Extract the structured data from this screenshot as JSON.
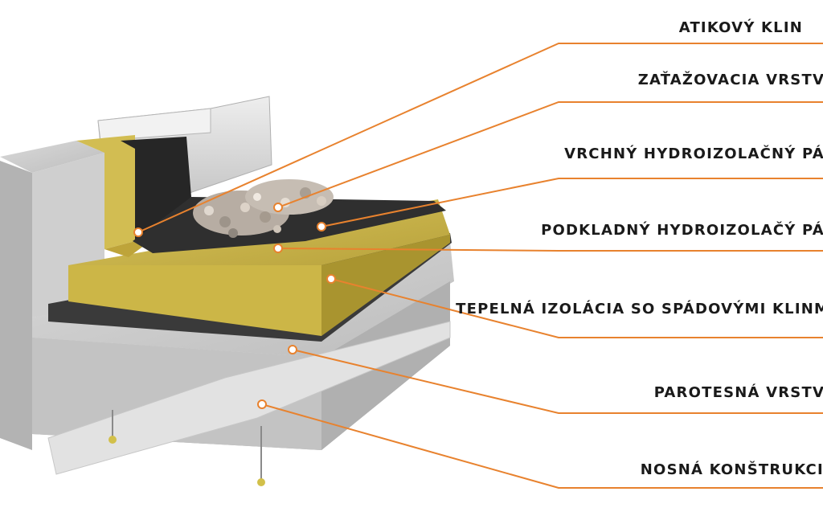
{
  "colors": {
    "leader": "#e8822e",
    "label": "#1a1a1a",
    "concrete": "#c9c9c9",
    "concrete_dark": "#9e9e9e",
    "insulation": "#c9b54a",
    "insulation_dark": "#a8932f",
    "membrane": "#2a2a2a",
    "gravel": "#bdb3a8",
    "metal": "#d7d7d7"
  },
  "layers": [
    {
      "label": "ATIKOVÝ KLIN"
    },
    {
      "label": "ZAŤAŽOVACIA VRSTVA"
    },
    {
      "label": "VRCHNÝ HYDROIZOLAČNÝ PÁS"
    },
    {
      "label": "PODKLADNÝ HYDROIZOLAČÝ PÁS"
    },
    {
      "label": "TEPELNÁ IZOLÁCIA SO SPÁDOVÝMI KLINMI"
    },
    {
      "label": "PAROTESNÁ VRSTVA"
    },
    {
      "label": "NOSNÁ KONŠTRUKCIA"
    }
  ]
}
